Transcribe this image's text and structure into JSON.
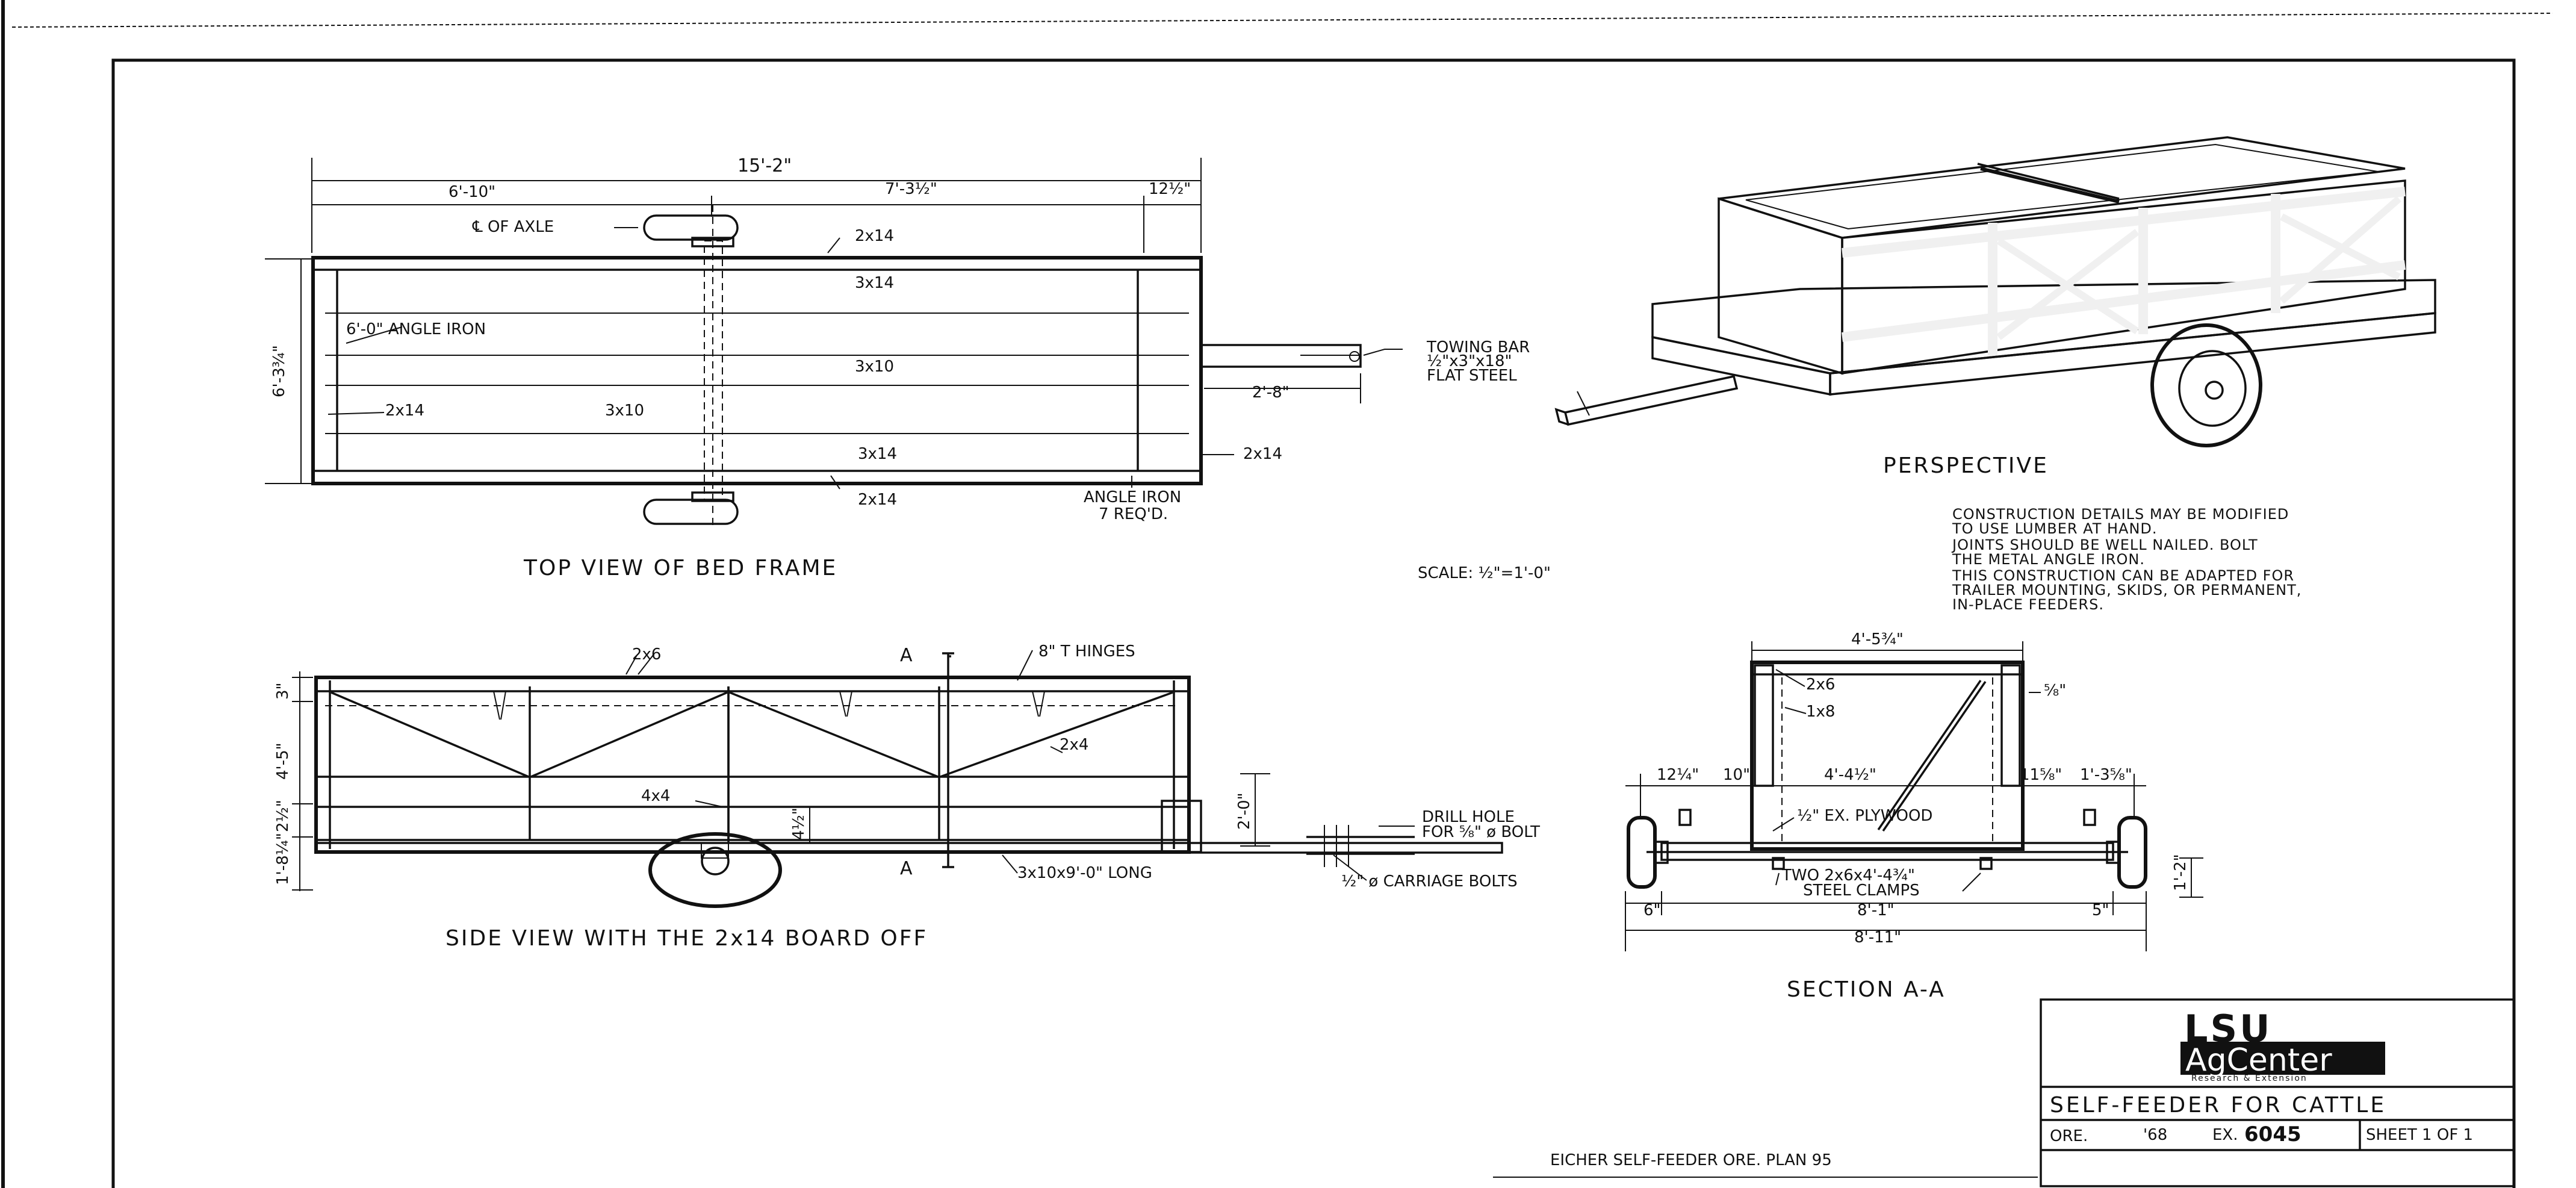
{
  "views": {
    "top_title": "TOP VIEW OF BED FRAME",
    "side_title": "SIDE VIEW WITH THE 2x14 BOARD OFF",
    "perspective_title": "PERSPECTIVE",
    "section_title": "SECTION A-A",
    "scale": "SCALE: ½\"=1'-0\""
  },
  "top_view": {
    "dim_overall": "15'-2\"",
    "dim_left": "6'-10\"",
    "dim_mid": "7'-3½\"",
    "dim_right": "12½\"",
    "dim_height": "6'-3¾\"",
    "axle": "℄ OF AXLE",
    "board_top": "2x14",
    "board_3x14_a": "3x14",
    "angle_iron_6": "6'-0\" ANGLE IRON",
    "board_3x10_a": "3x10",
    "board_3x10_b": "3x10",
    "board_left": "2x14",
    "board_3x14_b": "3x14",
    "board_bottom": "2x14",
    "board_right": "2x14",
    "angle_iron": "ANGLE IRON",
    "angle_iron_req": "7 REQ'D.",
    "towing_bar_1": "TOWING BAR",
    "towing_bar_2": "½\"x3\"x18\"",
    "towing_bar_3": "FLAT STEEL",
    "tow_len": "2'-8\""
  },
  "side_view": {
    "board_top": "2x6",
    "hinges": "8\" T HINGES",
    "brace": "2x4",
    "post": "4x4",
    "dim_a": "3\"",
    "dim_b": "4'-5\"",
    "dim_c": "2½\"",
    "dim_d": "1'-8¼\"",
    "dim_mid": "4½\"",
    "dim_tow": "2'-0\"",
    "beam": "3x10x9'-0\" LONG",
    "drill_1": "DRILL HOLE",
    "drill_2": "FOR ⅝\" ø BOLT",
    "bolts": "½\" ø CARRIAGE BOLTS",
    "section_mark": "A"
  },
  "section": {
    "width_top": "4'-5¾\"",
    "board_2x6": "2x6",
    "board_1x8": "1x8",
    "dim_5_8": "⅝\"",
    "dim_12_1_4": "12¼\"",
    "dim_10": "10\"",
    "dim_inner": "4'-4½\"",
    "dim_11_5_8": "11⅝\"",
    "dim_1_3_5_8": "1'-3⅝\"",
    "plywood": "½\" EX. PLYWOOD",
    "clamps_1": "TWO 2x6x4'-4¾\"",
    "clamps_2": "STEEL CLAMPS",
    "dim_6": "6\"",
    "dim_8_1": "8'-1\"",
    "dim_5": "5\"",
    "dim_8_11": "8'-11\"",
    "dim_1_2": "1'-2\""
  },
  "notes": [
    "CONSTRUCTION DETAILS MAY BE MODIFIED",
    "TO USE LUMBER AT HAND.",
    "JOINTS SHOULD BE WELL NAILED. BOLT",
    "THE METAL ANGLE IRON.",
    "THIS CONSTRUCTION CAN BE ADAPTED FOR",
    "TRAILER MOUNTING, SKIDS, OR PERMANENT,",
    "IN-PLACE FEEDERS."
  ],
  "title_block": {
    "logo_top": "LSU",
    "logo_main": "AgCenter",
    "logo_sub": "Research & Extension",
    "title": "SELF-FEEDER FOR CATTLE",
    "ore": "ORE.",
    "year": "'68",
    "ex": "EX.",
    "ex_number": "6045",
    "sheet": "SHEET 1 OF 1"
  },
  "footer": "EICHER SELF-FEEDER ORE. PLAN 95"
}
